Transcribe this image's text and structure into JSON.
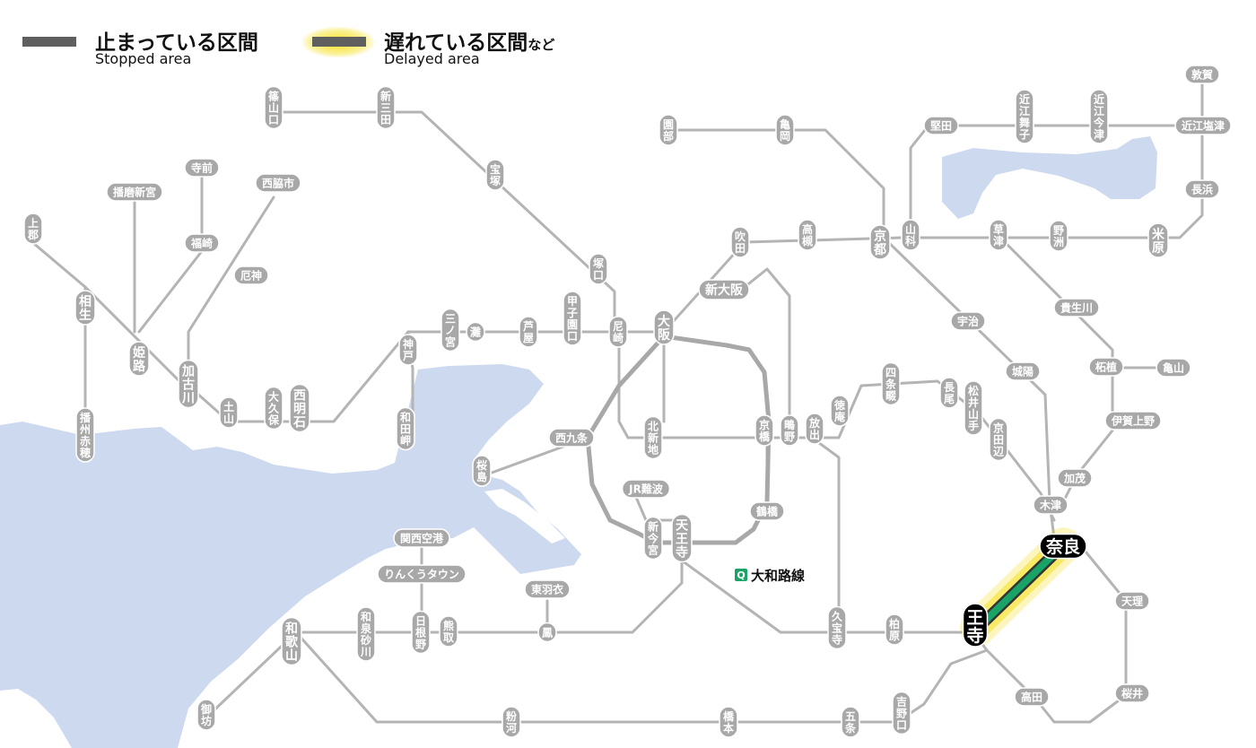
{
  "legend": {
    "stopped": {
      "jp": "止まっている区間",
      "en": "Stopped area"
    },
    "delayed": {
      "jp": "遅れている区間",
      "jp_suffix": "など",
      "en": "Delayed area"
    }
  },
  "line_label": {
    "badge": "Q",
    "name": "大和路線"
  },
  "colors": {
    "water": "#cdd9ee",
    "track": "#b4b4b4",
    "station": "#a8a8a8",
    "major": "#000000",
    "delay_line": "#1aa366",
    "delay_glow": "#f5dc00"
  },
  "stations": {
    "sasayamaguchi": "篠山口",
    "shinsanda": "新三田",
    "takarazuka": "宝塚",
    "tsukaguchi": "塚口",
    "amagasaki": "尼崎",
    "koshienguchi": "甲子園口",
    "ashiya": "芦屋",
    "nada": "灘",
    "sannomiya": "三ノ宮",
    "kobe": "神戸",
    "wadamisaki": "和田岬",
    "nishiakashi": "西明石",
    "okubo": "大久保",
    "tsuchiyama": "土山",
    "kakogawa": "加古川",
    "yakujin": "厄神",
    "nishiwakishi": "西脇市",
    "teramae": "寺前",
    "fukusaki": "福崎",
    "harimashinguu": "播磨新宮",
    "himeji": "姫路",
    "aioi": "相生",
    "kamigori": "上郡",
    "banshuako": "播州赤穂",
    "osaka": "大阪",
    "shinosaka": "新大阪",
    "suita": "吹田",
    "takatsuki": "高槻",
    "kyoto": "京都",
    "yamashina": "山科",
    "sonobe": "園部",
    "kameoka": "亀岡",
    "katata": "堅田",
    "omimaiko": "近江舞子",
    "omiimazu": "近江今津",
    "tsuruga": "敦賀",
    "omishiotsu": "近江塩津",
    "nagahama": "長浜",
    "maibara": "米原",
    "kusatsu": "草津",
    "yasu": "野洲",
    "kibukawa": "貴生川",
    "tsuge": "柘植",
    "kameyama": "亀山",
    "igaueno": "伊賀上野",
    "kamo": "加茂",
    "kizu": "木津",
    "nara": "奈良",
    "oji": "王寺",
    "tenri": "天理",
    "sakurai": "桜井",
    "takada": "高田",
    "uji": "宇治",
    "joyo": "城陽",
    "kyotanabe": "京田辺",
    "matsuiyamate": "松井山手",
    "nagao": "長尾",
    "shijonawate": "四条畷",
    "tokuan": "徳庵",
    "hanaten": "放出",
    "kyobashi": "京橋",
    "shigino": "鴫野",
    "tsuruhashi": "鶴橋",
    "tennoji": "天王寺",
    "shinimamiya": "新今宮",
    "jrnamba": "JR難波",
    "kitashinchi": "北新地",
    "nishikujo": "西九条",
    "sakurajima": "桜島",
    "kyuhoji": "久宝寺",
    "kashiwara": "柏原",
    "kansaiairport": "関西空港",
    "rinkutown": "りんくうタウン",
    "hineno": "日根野",
    "kumatori": "熊取",
    "izumisunagawa": "和泉砂川",
    "wakayama": "和歌山",
    "gobo": "御坊",
    "higashihagoromo": "東羽衣",
    "otori": "鳳",
    "kokawa": "粉河",
    "hashimoto": "橋本",
    "gojo": "五条",
    "yoshinoguchi": "吉野口"
  }
}
